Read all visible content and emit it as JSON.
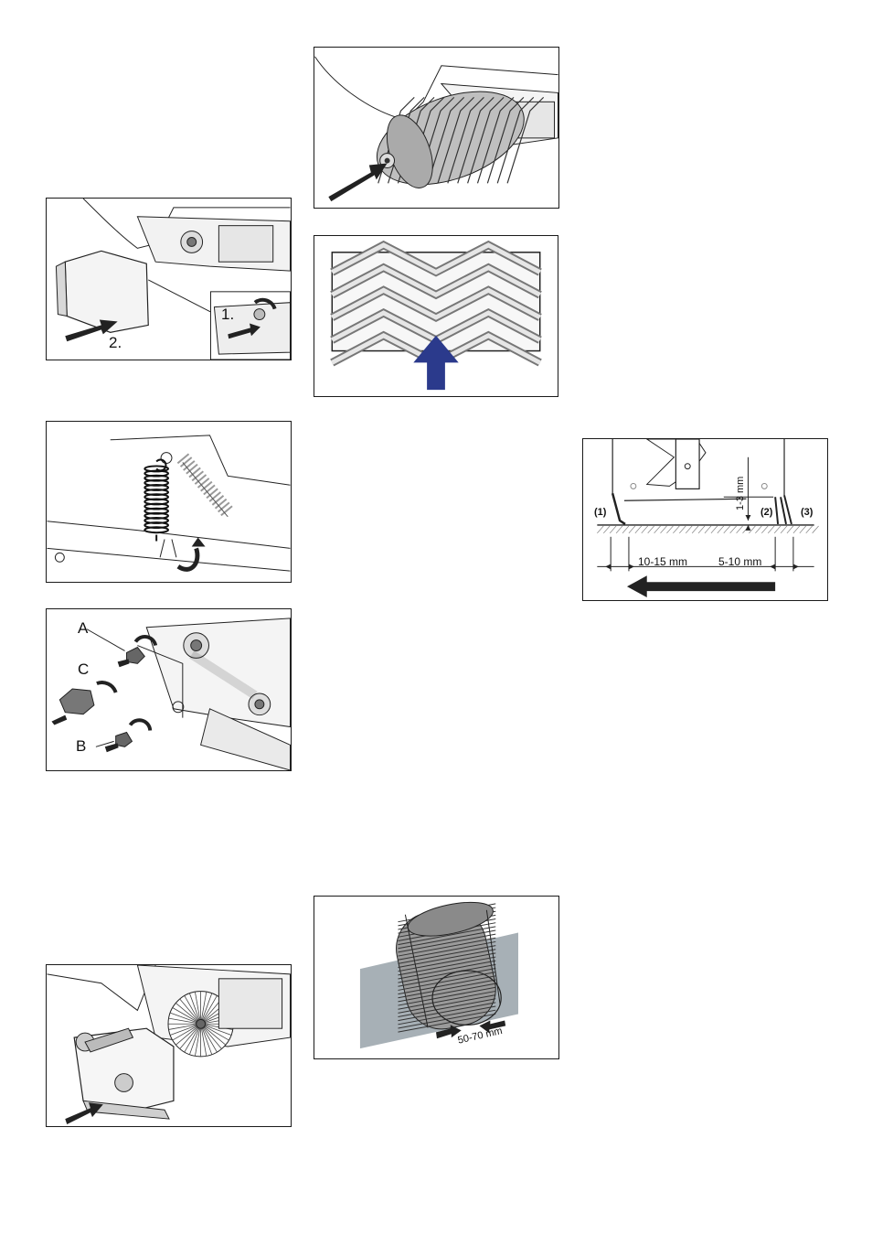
{
  "fig_cover_removal": {
    "step1": "1.",
    "step2": "2."
  },
  "fig_knobs": {
    "label_a": "A",
    "label_b": "B",
    "label_c": "C"
  },
  "fig_brush_wear": {
    "dimension": "50-70 mm"
  },
  "fig_flap_adjust": {
    "marker_1": "(1)",
    "marker_2": "(2)",
    "marker_3": "(3)",
    "gap_height": "1-3 mm",
    "front_distance": "10-15 mm",
    "rear_distance": "5-10 mm"
  },
  "colors": {
    "arrow_blue": "#2b3a8c",
    "glass_gray": "#8a969e",
    "line": "#1a1a1a"
  }
}
